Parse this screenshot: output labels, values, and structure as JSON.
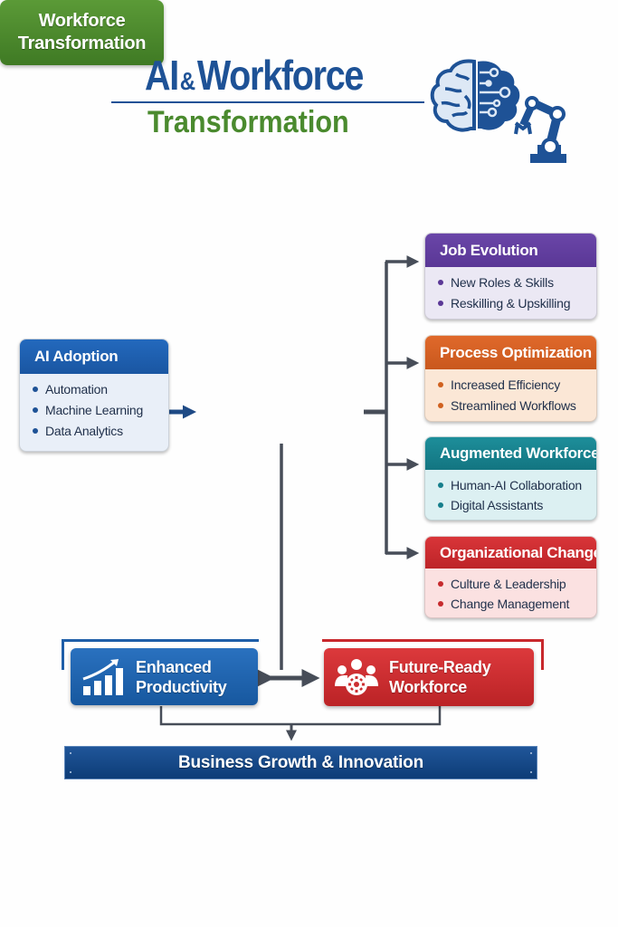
{
  "title": {
    "part1": "AI",
    "ampersand": "&",
    "part2": "Workforce",
    "line2": "Transformation",
    "hero_icon": "brain-circuit-robot-arm-icon"
  },
  "colors": {
    "brand_blue": "#1e5296",
    "brand_green": "#4a8a2e",
    "connector": "#474d58",
    "job_evolution": "#5a3796",
    "process_optimization": "#d0611f",
    "augmented_workforce": "#177f8c",
    "organizational_change": "#c62a2e",
    "enhanced_productivity": "#1f64b0",
    "future_ready": "#cc2e31",
    "banner": "#133f78"
  },
  "input": {
    "title": "AI Adoption",
    "items": [
      "Automation",
      "Machine Learning",
      "Data Analytics"
    ]
  },
  "center": {
    "line1": "Workforce",
    "line2": "Transformation"
  },
  "branches": [
    {
      "title": "Job Evolution",
      "items": [
        "New Roles & Skills",
        "Reskilling & Upskilling"
      ]
    },
    {
      "title": "Process Optimization",
      "items": [
        "Increased Efficiency",
        "Streamlined Workflows"
      ]
    },
    {
      "title": "Augmented Workforce",
      "items": [
        "Human-AI Collaboration",
        "Digital Assistants"
      ]
    },
    {
      "title": "Organizational Change",
      "items": [
        "Culture & Leadership",
        "Change Management"
      ]
    }
  ],
  "outcomes": [
    {
      "line1": "Enhanced",
      "line2": "Productivity",
      "icon": "growth-chart-icon"
    },
    {
      "line1": "Future-Ready",
      "line2": "Workforce",
      "icon": "team-gear-icon"
    }
  ],
  "result": {
    "label": "Business Growth & Innovation"
  }
}
